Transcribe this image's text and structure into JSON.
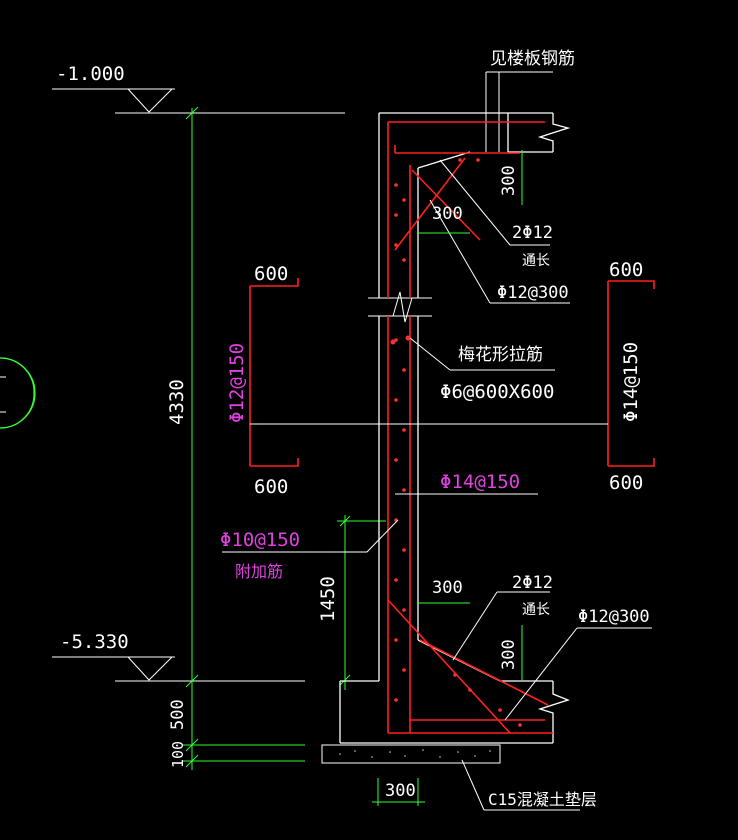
{
  "colors": {
    "background": "#000000",
    "concrete": "#ffffff",
    "rebar": "#ff2020",
    "dimension": "#30ff30",
    "annotation_magenta": "#e040e0",
    "text": "#ffffff"
  },
  "elevations": {
    "top": "-1.000",
    "bottom": "-5.330"
  },
  "labels": {
    "slab_rebar": "见楼板钢筋",
    "top_2phi12": "2Φ12",
    "top_tongchang": "通长",
    "top_phi12_300": "Φ12@300",
    "tie_name": "梅花形拉筋",
    "tie_spec": "Φ6@600X600",
    "inner_bar": "Φ14@150",
    "right_bar": "Φ14@150",
    "left_bar": "Φ12@150",
    "extra_bar": "Φ10@150",
    "extra_bar_note": "附加筋",
    "bot_2phi12": "2Φ12",
    "bot_tongchang": "通长",
    "bot_phi12_300": "Φ12@300",
    "bedding": "C15混凝土垫层"
  },
  "dimensions": {
    "total_height": "4330",
    "bottom_rise": "1450",
    "foot_500": "500",
    "bed_100": "100",
    "top_300_v": "300",
    "top_300_h": "300",
    "bot_300_h": "300",
    "bot_300_v": "300",
    "base_300": "300",
    "left_600_top": "600",
    "left_600_bot": "600",
    "right_600_top": "600",
    "right_600_bot": "600"
  }
}
